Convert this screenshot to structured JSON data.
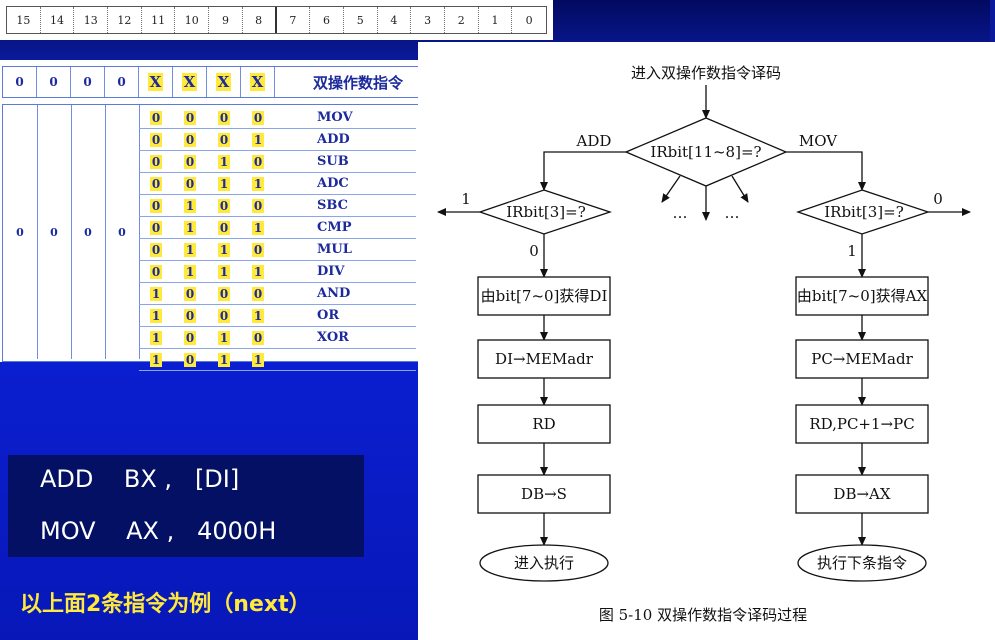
{
  "bit_numbers": [
    "15",
    "14",
    "13",
    "12",
    "11",
    "10",
    "9",
    "8",
    "7",
    "6",
    "5",
    "4",
    "3",
    "2",
    "1",
    "0"
  ],
  "header": {
    "cells": [
      "0",
      "0",
      "0",
      "0",
      "X",
      "X",
      "X",
      "X"
    ],
    "title": "双操作数指令"
  },
  "left_column_values": [
    "0",
    "0",
    "0",
    "0"
  ],
  "opcodes": [
    {
      "bits": [
        "0",
        "0",
        "0",
        "0"
      ],
      "mnemonic": "MOV"
    },
    {
      "bits": [
        "0",
        "0",
        "0",
        "1"
      ],
      "mnemonic": "ADD"
    },
    {
      "bits": [
        "0",
        "0",
        "1",
        "0"
      ],
      "mnemonic": "SUB"
    },
    {
      "bits": [
        "0",
        "0",
        "1",
        "1"
      ],
      "mnemonic": "ADC"
    },
    {
      "bits": [
        "0",
        "1",
        "0",
        "0"
      ],
      "mnemonic": "SBC"
    },
    {
      "bits": [
        "0",
        "1",
        "0",
        "1"
      ],
      "mnemonic": "CMP"
    },
    {
      "bits": [
        "0",
        "1",
        "1",
        "0"
      ],
      "mnemonic": "MUL"
    },
    {
      "bits": [
        "0",
        "1",
        "1",
        "1"
      ],
      "mnemonic": "DIV"
    },
    {
      "bits": [
        "1",
        "0",
        "0",
        "0"
      ],
      "mnemonic": "AND"
    },
    {
      "bits": [
        "1",
        "0",
        "0",
        "1"
      ],
      "mnemonic": "OR"
    },
    {
      "bits": [
        "1",
        "0",
        "1",
        "0"
      ],
      "mnemonic": "XOR"
    },
    {
      "bits": [
        "1",
        "0",
        "1",
        "1"
      ],
      "mnemonic": ""
    }
  ],
  "flowchart": {
    "start_label": "进入双操作数指令译码",
    "main_decision": "IRbit[11~8]=?",
    "branch_left": "ADD",
    "branch_right": "MOV",
    "ellipsis": "…",
    "left_decision": "IRbit[3]=?",
    "left_out_label": "1",
    "left_down_label": "0",
    "right_decision": "IRbit[3]=?",
    "right_out_label": "0",
    "right_down_label": "1",
    "left_steps": [
      "由bit[7~0]获得DI",
      "DI→MEMadr",
      "RD",
      "DB→S"
    ],
    "left_end": "进入执行",
    "right_steps": [
      "由bit[7~0]获得AX",
      "PC→MEMadr",
      "RD,PC+1→PC",
      "DB→AX"
    ],
    "right_end": "执行下条指令",
    "figure_caption": "图 5-10   双操作数指令译码过程"
  },
  "examples": {
    "line1": "ADD    BX ,   [DI]",
    "line2": "MOV    AX ,   4000H"
  },
  "caption": "以上面2条指令为例（next）",
  "colors": {
    "background": "#0a1fb8",
    "highlight": "#ffe93a",
    "table_text": "#1c2a9c",
    "caption": "#ffe93a"
  }
}
